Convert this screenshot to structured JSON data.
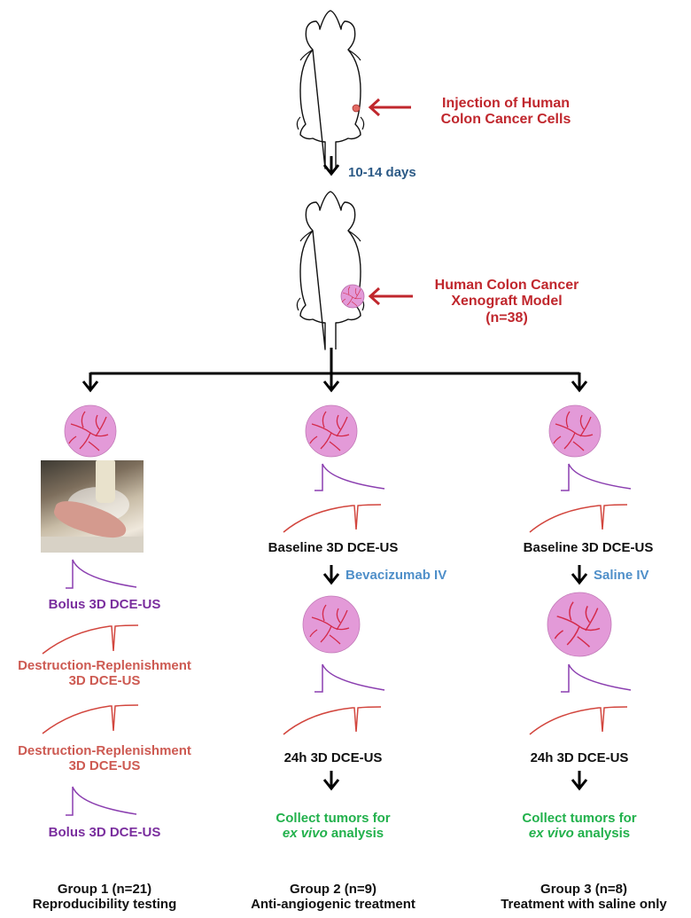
{
  "top": {
    "injection_line1": "Injection of Human",
    "injection_line2": "Colon Cancer Cells",
    "days": "10-14 days",
    "xenograft_line1": "Human Colon Cancer",
    "xenograft_line2": "Xenograft Model",
    "xenograft_line3": "(n=38)"
  },
  "group1": {
    "bolus_a": "Bolus 3D DCE-US",
    "dr_a_line1": "Destruction-Replenishment",
    "dr_a_line2": "3D DCE-US",
    "dr_b_line1": "Destruction-Replenishment",
    "dr_b_line2": "3D DCE-US",
    "bolus_b": "Bolus 3D DCE-US",
    "title": "Group 1 (n=21)",
    "subtitle": "Reproducibility testing"
  },
  "group2": {
    "baseline": "Baseline 3D DCE-US",
    "treatment": "Bevacizumab IV",
    "followup": "24h 3D DCE-US",
    "collect_line1": "Collect tumors for",
    "collect_line2_italic": "ex vivo",
    "collect_line2_rest": " analysis",
    "title": "Group 2 (n=9)",
    "subtitle": "Anti-angiogenic treatment"
  },
  "group3": {
    "baseline": "Baseline 3D DCE-US",
    "treatment": "Saline IV",
    "followup": "24h 3D DCE-US",
    "collect_line1": "Collect tumors for",
    "collect_line2_italic": "ex vivo",
    "collect_line2_rest": " analysis",
    "title": "Group 3 (n=8)",
    "subtitle": "Treatment with saline only"
  },
  "colors": {
    "label_red": "#c0272d",
    "days_blue": "#2c5a86",
    "treatment_blue": "#4f8fc9",
    "bolus_purple": "#7a2e9e",
    "dr_salmon": "#cd5a52",
    "collect_green": "#22b14c",
    "tumor_fill": "#e39ad8",
    "vessel_red": "#d42a4a",
    "bolus_curve": "#8b3fb0",
    "dr_curve": "#d2463e"
  }
}
